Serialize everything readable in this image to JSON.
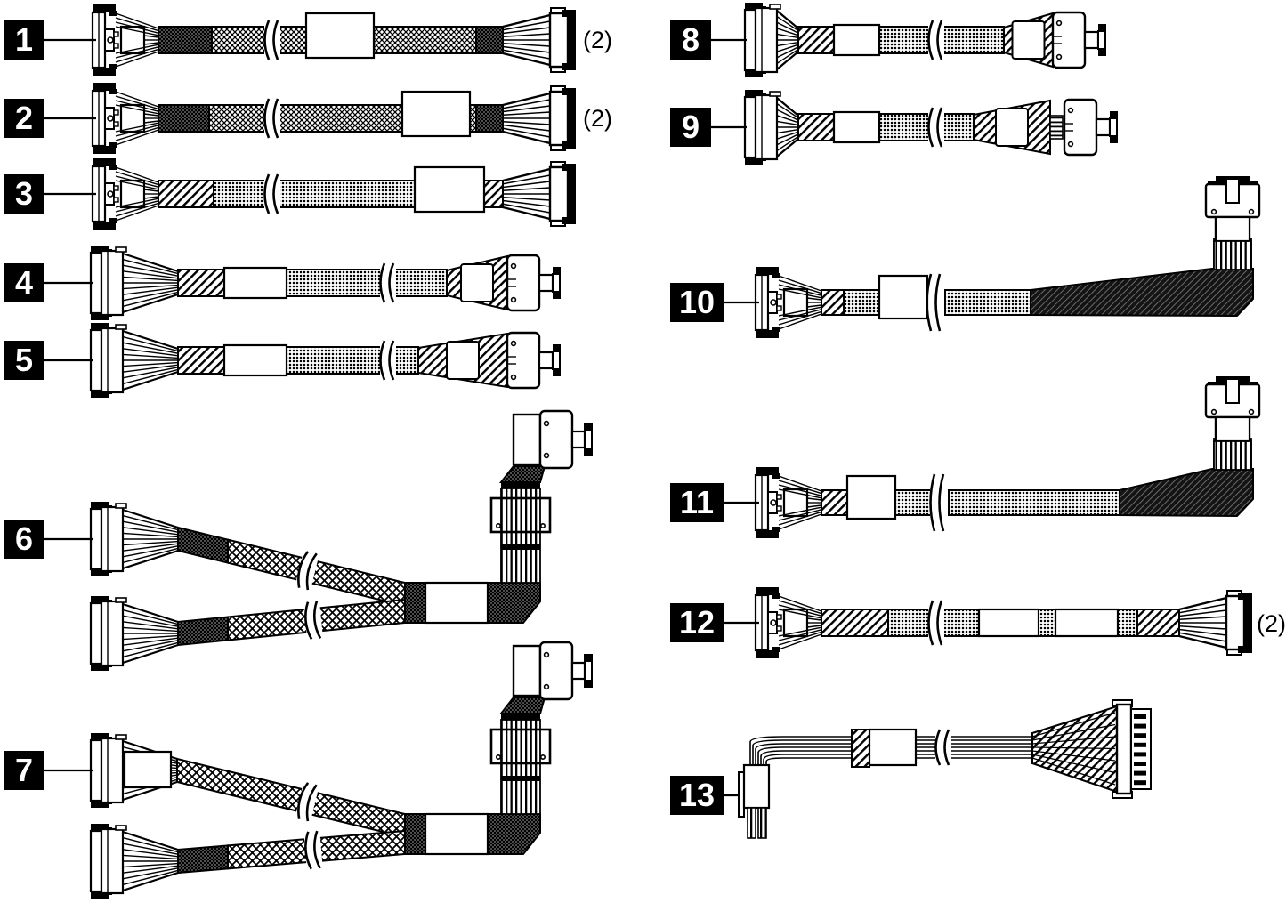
{
  "figure": {
    "type": "cable-identification-diagram",
    "background": "#ffffff",
    "ink": "#000000",
    "badge_fill": "#000000",
    "badge_text_color": "#ffffff",
    "label_boxes_are_blank": true
  },
  "cables": [
    {
      "id": "1",
      "badge": "1",
      "qty_note": "(2)",
      "left_connector": "latch-plug-connector",
      "right_connector": "card-edge-connector",
      "patterns": [
        "dark-crosshatch",
        "crosshatch"
      ],
      "label_boxes": 1,
      "breaks": 1
    },
    {
      "id": "2",
      "badge": "2",
      "qty_note": "(2)",
      "left_connector": "latch-plug-connector",
      "right_connector": "card-edge-connector",
      "patterns": [
        "dark-crosshatch",
        "crosshatch"
      ],
      "label_boxes": 1,
      "breaks": 1
    },
    {
      "id": "3",
      "badge": "3",
      "qty_note": null,
      "left_connector": "latch-plug-connector",
      "right_connector": "card-edge-connector",
      "patterns": [
        "diagonal-hatch",
        "dot-mesh"
      ],
      "label_boxes": 1,
      "breaks": 1
    },
    {
      "id": "4",
      "badge": "4",
      "qty_note": null,
      "left_connector": "shrouded-header-connector",
      "right_connector": "mcio-style-connector",
      "patterns": [
        "diagonal-hatch",
        "dot-mesh"
      ],
      "label_boxes": 1,
      "breaks": 1
    },
    {
      "id": "5",
      "badge": "5",
      "qty_note": null,
      "left_connector": "shrouded-header-connector",
      "right_connector": "mcio-style-connector",
      "patterns": [
        "diagonal-hatch",
        "dot-mesh"
      ],
      "label_boxes": 1,
      "breaks": 1
    },
    {
      "id": "6",
      "badge": "6",
      "qty_note": null,
      "type": "y-cable",
      "left_connector": "shrouded-header-connector",
      "left_connector_count": 2,
      "right_connector": "mcio-style-connector",
      "patterns": [
        "dark-crosshatch",
        "diamond-mesh",
        "ribbon-stripes"
      ],
      "label_boxes": 1,
      "breaks": 2
    },
    {
      "id": "7",
      "badge": "7",
      "qty_note": null,
      "type": "y-cable",
      "left_connector": "shrouded-header-connector",
      "left_connector_count": 2,
      "right_connector": "mcio-style-connector",
      "patterns": [
        "dark-crosshatch",
        "diamond-mesh",
        "ribbon-stripes"
      ],
      "label_boxes": 2,
      "breaks": 2
    },
    {
      "id": "8",
      "badge": "8",
      "qty_note": null,
      "left_connector": "shrouded-header-connector",
      "right_connector": "mcio-style-connector",
      "patterns": [
        "diagonal-hatch",
        "dot-mesh"
      ],
      "label_boxes": 1,
      "breaks": 1
    },
    {
      "id": "9",
      "badge": "9",
      "qty_note": null,
      "left_connector": "shrouded-header-connector",
      "right_connector": "mcio-style-connector",
      "patterns": [
        "diagonal-hatch",
        "dot-mesh"
      ],
      "label_boxes": 1,
      "breaks": 1
    },
    {
      "id": "10",
      "badge": "10",
      "qty_note": null,
      "left_connector": "latch-plug-connector",
      "right_connector": "vertical-latch-connector",
      "patterns": [
        "diagonal-hatch",
        "dot-mesh",
        "dark-ribbon"
      ],
      "label_boxes": 1,
      "breaks": 1
    },
    {
      "id": "11",
      "badge": "11",
      "qty_note": null,
      "left_connector": "latch-plug-connector",
      "right_connector": "vertical-latch-connector",
      "patterns": [
        "diagonal-hatch",
        "dot-mesh",
        "dark-ribbon"
      ],
      "label_boxes": 1,
      "breaks": 1
    },
    {
      "id": "12",
      "badge": "12",
      "qty_note": "(2)",
      "left_connector": "latch-plug-connector",
      "right_connector": "card-edge-connector",
      "patterns": [
        "diagonal-hatch",
        "dot-mesh"
      ],
      "label_boxes": 2,
      "breaks": 1
    },
    {
      "id": "13",
      "badge": "13",
      "qty_note": null,
      "left_connector": "4-pin-power-connector",
      "right_connector": "multi-pin-power-connector",
      "patterns": [
        "loose-wires",
        "diagonal-hatch"
      ],
      "label_boxes": 1,
      "breaks": 1
    }
  ]
}
